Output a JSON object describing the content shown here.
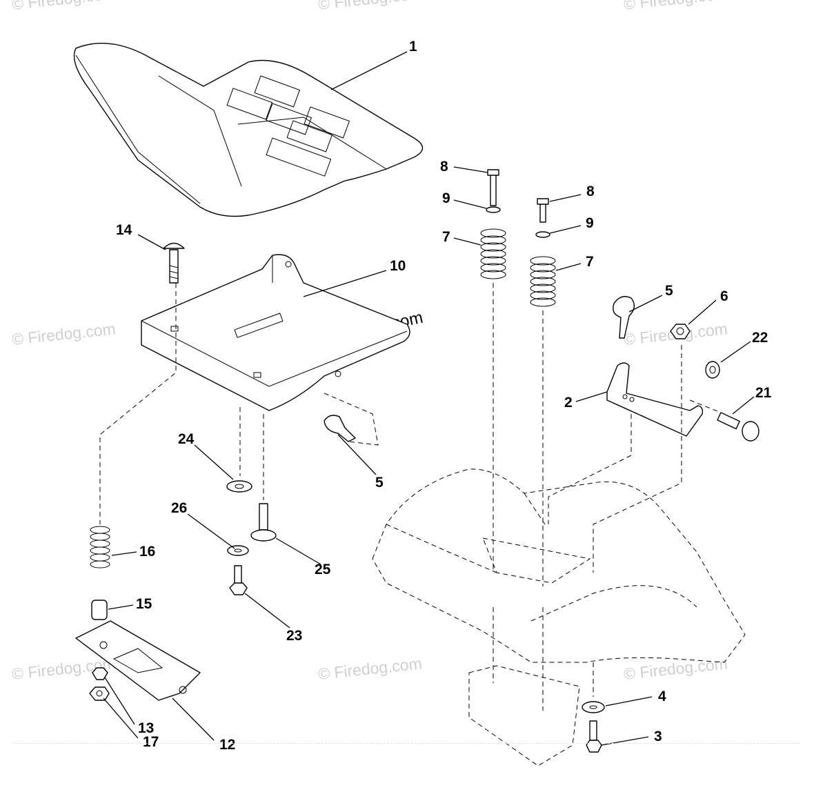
{
  "watermark": "© Firedog.com",
  "copyright_note": "© Firedog.com",
  "callouts": [
    "1",
    "14",
    "10",
    "8",
    "9",
    "7",
    "8",
    "9",
    "7",
    "5",
    "6",
    "22",
    "2",
    "21",
    "24",
    "5",
    "26",
    "25",
    "16",
    "15",
    "23",
    "13",
    "17",
    "12",
    "4",
    "3"
  ]
}
